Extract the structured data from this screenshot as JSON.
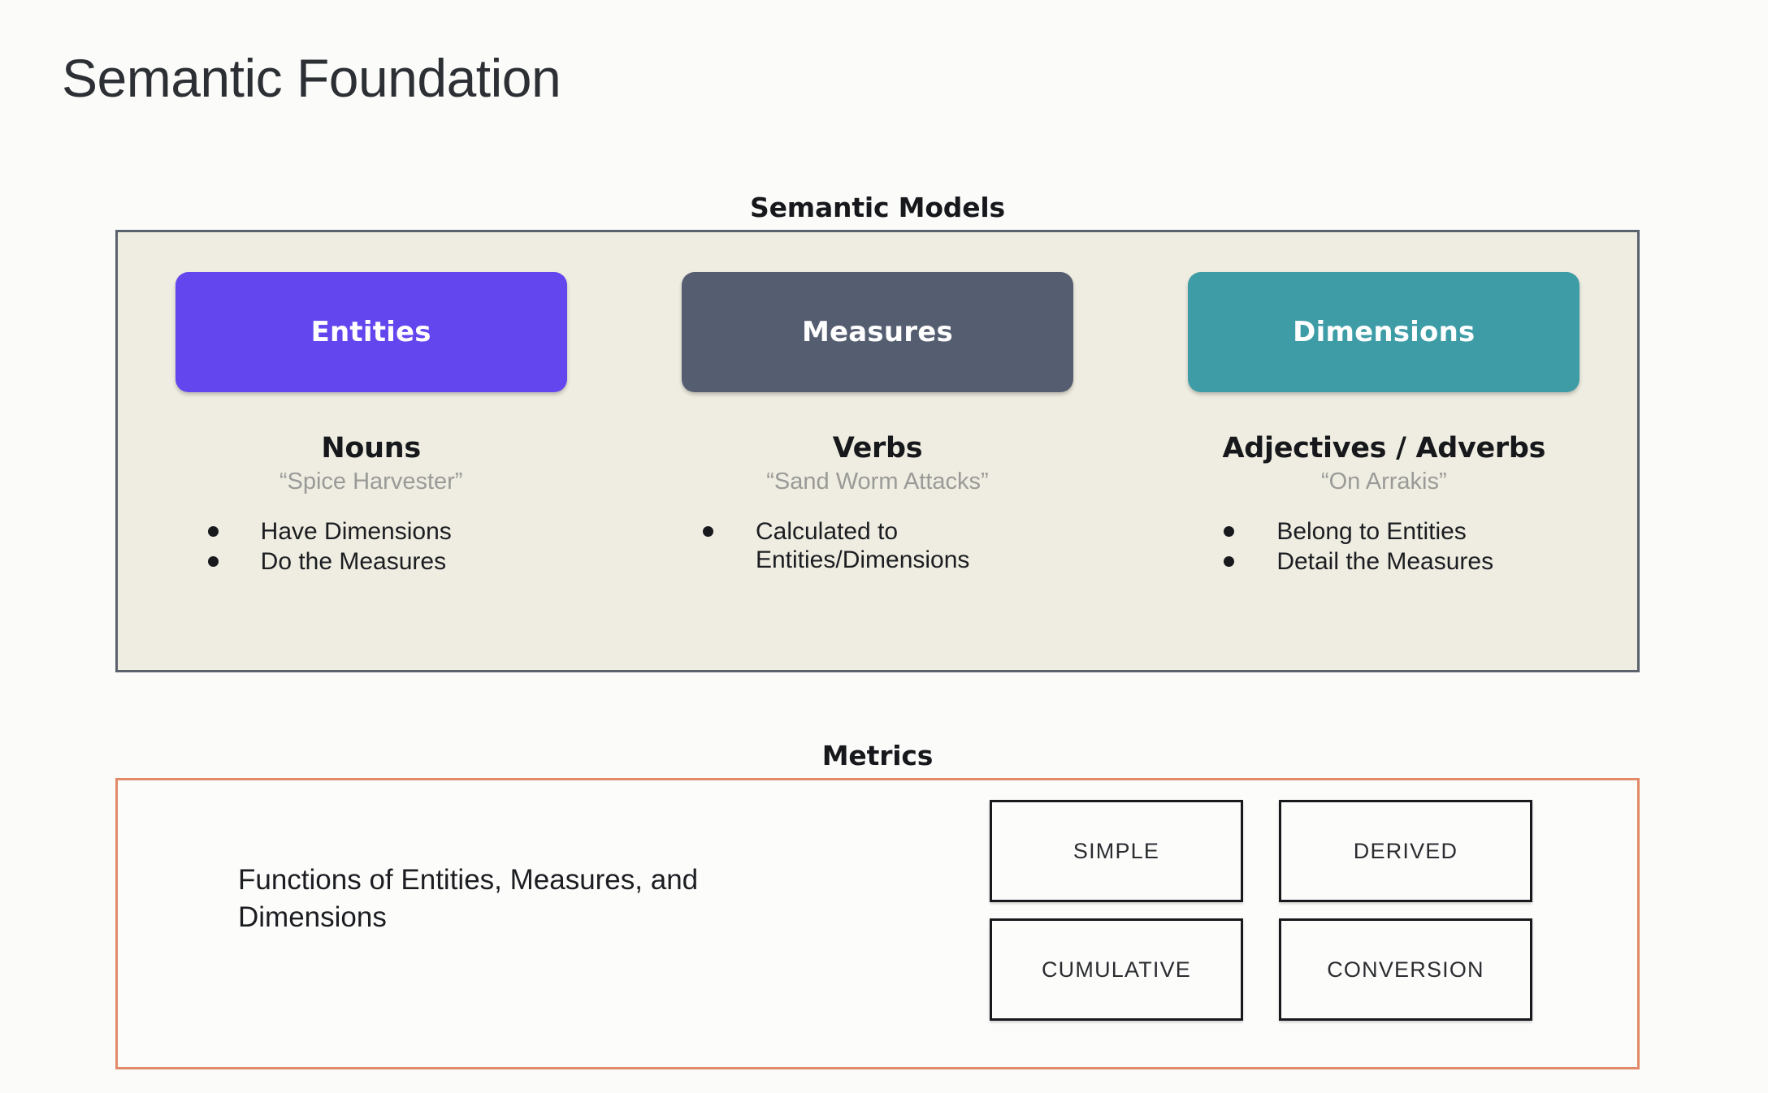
{
  "page": {
    "title": "Semantic Foundation",
    "background_color": "#fbfbfa"
  },
  "semantic_models": {
    "header": "Semantic Models",
    "panel_background": "#efede1",
    "panel_border_color": "#5a626e",
    "columns": [
      {
        "card_label": "Entities",
        "card_color": "#6446ee",
        "part_of_speech": "Nouns",
        "example": "“Spice Harvester”",
        "bullets": [
          "Have Dimensions",
          "Do the Measures"
        ]
      },
      {
        "card_label": "Measures",
        "card_color": "#555e70",
        "part_of_speech": "Verbs",
        "example": "“Sand Worm Attacks”",
        "bullets": [
          "Calculated to Entities/Dimensions"
        ]
      },
      {
        "card_label": "Dimensions",
        "card_color": "#3e9ca6",
        "part_of_speech": "Adjectives / Adverbs",
        "example": "“On Arrakis”",
        "bullets": [
          "Belong to Entities",
          "Detail the Measures"
        ]
      }
    ]
  },
  "metrics": {
    "header": "Metrics",
    "panel_border_color": "#e28a68",
    "description": "Functions of Entities, Measures, and Dimensions",
    "types": [
      "SIMPLE",
      "DERIVED",
      "CUMULATIVE",
      "CONVERSION"
    ]
  }
}
